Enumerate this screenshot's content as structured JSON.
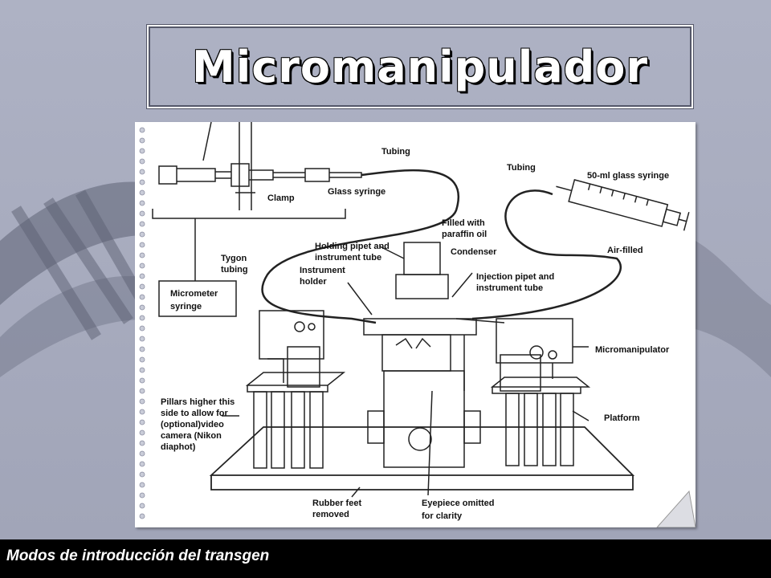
{
  "slide": {
    "title": "Micromanipulador",
    "footer": "Modos de introducción del transgen"
  },
  "diagram": {
    "labels": {
      "tubing_left": "Tubing",
      "tubing_right": "Tubing",
      "glass_syringe": "Glass syringe",
      "clamp": "Clamp",
      "syringe_50ml": "50-ml glass syringe",
      "filled_with": "Filled with",
      "paraffin_oil": "paraffin oil",
      "air_filled": "Air-filled",
      "tygon_1": "Tygon",
      "tygon_2": "tubing",
      "holding_1": "Holding pipet and",
      "holding_2": "instrument tube",
      "condenser": "Condenser",
      "instr_holder_1": "Instrument",
      "instr_holder_2": "holder",
      "injection_1": "Injection pipet and",
      "injection_2": "instrument tube",
      "micrometer_1": "Micrometer",
      "micrometer_2": "syringe",
      "micromanipulator": "Micromanipulator",
      "pillars_1": "Pillars higher this",
      "pillars_2": "side to allow for",
      "pillars_3": "(optional)video",
      "pillars_4": "camera (Nikon",
      "pillars_5": "diaphot)",
      "platform": "Platform",
      "rubber_1": "Rubber feet",
      "rubber_2": "removed",
      "eyepiece_1": "Eyepiece omitted",
      "eyepiece_2": "for clarity"
    }
  },
  "colors": {
    "background": "#a8acbf",
    "title_text": "#ffffff",
    "footer_bg": "#000000",
    "footer_text": "#ffffff"
  }
}
